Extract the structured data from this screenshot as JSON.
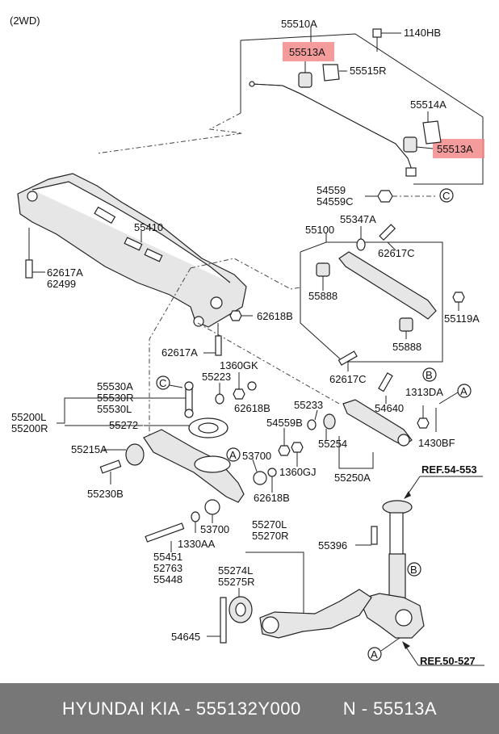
{
  "header": {
    "drive_type": "(2WD)"
  },
  "highlight_color": "#f28b8b",
  "labels": {
    "p55510A": "55510A",
    "p55513A_top": "55513A",
    "p1140HB": "1140HB",
    "p55515R": "55515R",
    "p55514A": "55514A",
    "p55513A_side": "55513A",
    "p54559": "54559",
    "p54559C": "54559C",
    "p55410": "55410",
    "p55347A": "55347A",
    "p55100": "55100",
    "p62617C_top": "62617C",
    "p62617A_left": "62617A",
    "p62499": "62499",
    "p55888_a": "55888",
    "p55119A": "55119A",
    "p62618B_a": "62618B",
    "p55888_b": "55888",
    "p62617A_mid": "62617A",
    "p1360GK": "1360GK",
    "p62617C_bot": "62617C",
    "p55223": "55223",
    "p55530A": "55530A",
    "p55530R": "55530R",
    "p55530L": "55530L",
    "p62618B_b": "62618B",
    "p55233": "55233",
    "p54640": "54640",
    "p1313DA": "1313DA",
    "p55200L": "55200L",
    "p55200R": "55200R",
    "p55272": "55272",
    "p54559B": "54559B",
    "p55254": "55254",
    "p1430BF": "1430BF",
    "p55215A": "55215A",
    "p53700_a": "53700",
    "p1360GJ": "1360GJ",
    "p55230B": "55230B",
    "p62618B_c": "62618B",
    "p55250A": "55250A",
    "ref54": "REF.54-553",
    "p53700_b": "53700",
    "p1330AA": "1330AA",
    "p55270L": "55270L",
    "p55270R": "55270R",
    "p55396": "55396",
    "p55451": "55451",
    "p52763": "52763",
    "p55448": "55448",
    "p55274L": "55274L",
    "p55275R": "55275R",
    "p54645": "54645",
    "ref50": "REF.50-527"
  },
  "callouts": {
    "A": "A",
    "B": "B",
    "C": "C"
  },
  "footer": {
    "brand": "HYUNDAI  KIA - 555132Y000",
    "part_code": "N - 55513A"
  }
}
